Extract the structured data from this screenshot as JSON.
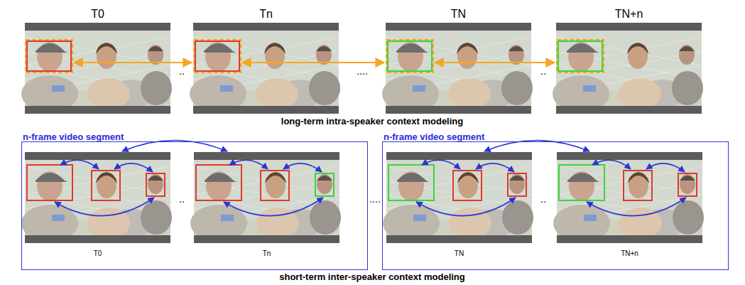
{
  "diagram": {
    "nodes": [
      {
        "text": [
          "T0"
        ]
      },
      {
        "text": [
          "Tn"
        ]
      },
      {
        "text": [
          "TN"
        ]
      },
      {
        "text": [
          "TN+n"
        ]
      },
      {
        "text": [
          "n-frame video segment"
        ]
      },
      {
        "text": [
          "T0"
        ],
        "in": 4
      },
      {
        "text": [
          "Tn"
        ],
        "in": 4
      },
      {
        "text": [
          "n-frame video segment"
        ]
      },
      {
        "text": [
          "TN"
        ],
        "in": 7
      },
      {
        "text": [
          "TN+n"
        ],
        "in": 7
      }
    ],
    "labels": [
      "..",
      "....",
      "..",
      "long-term intra-speaker context modeling",
      "..",
      "....",
      "..",
      "short-term inter-speaker context modeling"
    ]
  }
}
